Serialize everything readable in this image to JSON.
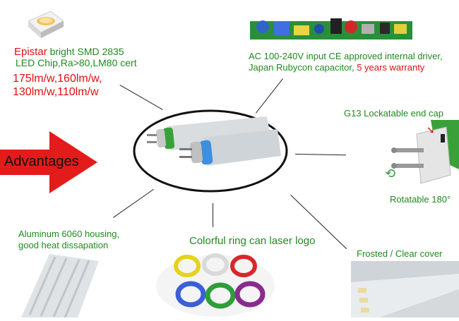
{
  "led_chip": {
    "brand": "Epistar",
    "line1": " bright  SMD 2835",
    "line2": "LED Chip,Ra>80,LM80 cert"
  },
  "efficacy": {
    "line1": "175lm/w,160lm/w,",
    "line2": "130lm/w,110lm/w"
  },
  "driver": {
    "line1": "AC 100-240V input CE approved internal driver,",
    "line2_a": "Japan Rubycon capacitor, ",
    "line2_b": "5 years warranty"
  },
  "end_cap": {
    "label": "G13  Lockatable end cap",
    "rotate_label": "Rotatable 180°"
  },
  "advantages_label": "Advantages",
  "housing": {
    "line1": "Aluminum 6060 housing,",
    "line2": "good heat dissapation"
  },
  "ring": {
    "label": "Colorful ring can laser logo"
  },
  "cover": {
    "label": "Frosted / Clear cover"
  },
  "colors": {
    "text_green": "#1f8a1f",
    "text_red": "#e01010",
    "arrow_red": "#e31b1b",
    "ring_colors": [
      "#e6d21a",
      "#d9d9d9",
      "#d8282a",
      "#3b5fd8",
      "#2e9d3a",
      "#8a2a90"
    ]
  }
}
